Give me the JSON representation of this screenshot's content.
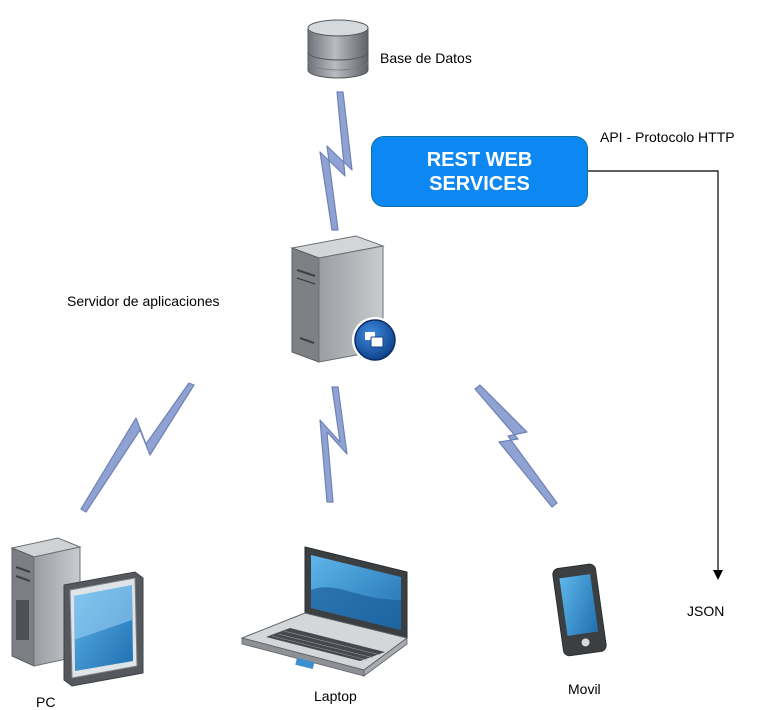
{
  "labels": {
    "database": "Base de Datos",
    "app_server": "Servidor de aplicaciones",
    "api": "API - Protocolo HTTP",
    "json": "JSON",
    "pc": "PC",
    "laptop": "Laptop",
    "mobile": "Movil"
  },
  "rest_box": {
    "line1": "REST WEB",
    "line2": "SERVICES"
  },
  "colors": {
    "rest_fill": "#0d87f2",
    "rest_stroke": "#10739e",
    "lightning": "#7b8fc2",
    "device_gray": "#8a8a8a",
    "screen_blue": "#3a8fcf"
  },
  "icons": [
    "database-icon",
    "application-server-icon",
    "pc-icon",
    "laptop-icon",
    "mobile-icon",
    "lightning-link-icon"
  ]
}
